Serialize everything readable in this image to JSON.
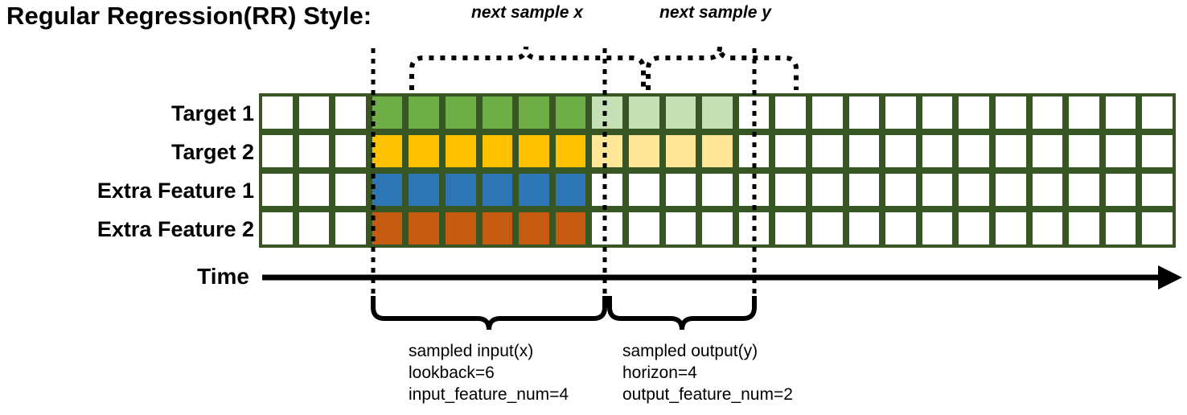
{
  "title": "Regular Regression(RR) Style:",
  "rows": [
    {
      "label": "Target 1",
      "color": "#6FAE46",
      "light": "#C5E0B4",
      "has_output": true
    },
    {
      "label": "Target 2",
      "color": "#FFC000",
      "light": "#FFE699",
      "has_output": true
    },
    {
      "label": "Extra Feature 1",
      "color": "#2E75B6",
      "light": "#FFFFFF",
      "has_output": false
    },
    {
      "label": "Extra Feature 2",
      "color": "#C55A11",
      "light": "#FFFFFF",
      "has_output": false
    }
  ],
  "grid": {
    "total_columns": 25,
    "empty_leading_columns": 3,
    "input_columns": 6,
    "output_columns": 4,
    "trailing_columns": 12,
    "border_color": "#375623",
    "empty_color": "#FFFFFF"
  },
  "top_annotations": [
    {
      "name": "next-sample-x",
      "text": "next sample x"
    },
    {
      "name": "next-sample-y",
      "text": "next sample y"
    }
  ],
  "axis": {
    "label": "Time",
    "color": "#000000"
  },
  "captions": [
    {
      "name": "sampled-input",
      "lines": [
        "sampled input(x)",
        "lookback=6",
        "input_feature_num=4"
      ]
    },
    {
      "name": "sampled-output",
      "lines": [
        "sampled output(y)",
        "horizon=4",
        "output_feature_num=2"
      ]
    }
  ]
}
